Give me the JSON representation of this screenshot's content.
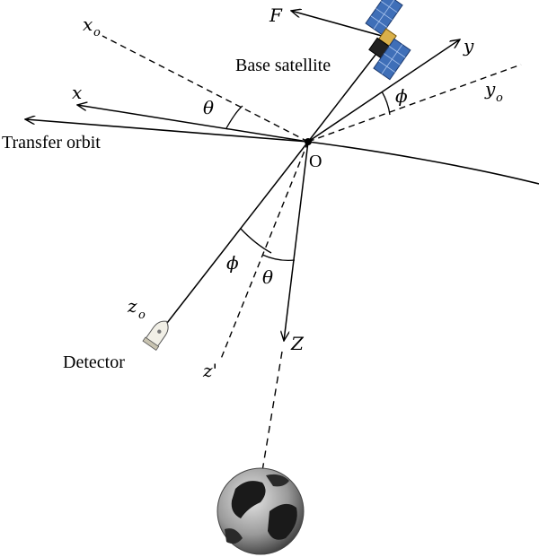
{
  "labels": {
    "base_satellite": "Base satellite",
    "transfer_orbit": "Transfer orbit",
    "detector": "Detector",
    "origin": "O",
    "F": "F",
    "x": "x",
    "x_o": "x",
    "x_o_sub": "o",
    "y": "y",
    "y_o": "y",
    "y_o_sub": "o",
    "z_o": "z",
    "z_o_sub": "o",
    "z_prime": "z'",
    "Z": "Z",
    "theta_upper": "θ",
    "theta_lower": "θ",
    "phi_upper": "ϕ",
    "phi_lower": "ϕ"
  },
  "colors": {
    "line": "#000000",
    "background": "#ffffff",
    "panel_blue": "#3f6fb8",
    "panel_gold": "#d9b04a",
    "satellite_body": "#222222",
    "earth_dark": "#1a1a1a",
    "earth_light": "#bfbfbf"
  },
  "icons": {
    "satellite": "satellite-icon",
    "detector": "detector-capsule-icon",
    "earth": "earth-globe-icon"
  }
}
